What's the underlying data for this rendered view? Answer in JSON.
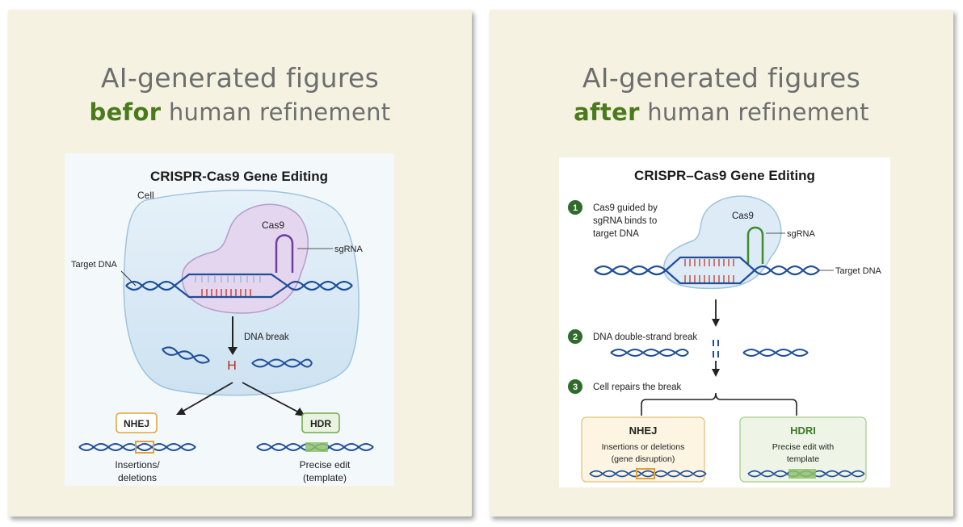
{
  "left": {
    "heading_line1": "AI-generated figures",
    "heading_keyword": "befor",
    "heading_rest": " human refinement",
    "figure": {
      "title": "CRISPR-Cas9 Gene Editing",
      "cell": "Cell",
      "cas9": "Cas9",
      "sgrna": "sgRNA",
      "target_dna": "Target DNA",
      "dna_break": "DNA break",
      "nhej": "NHEJ",
      "hdr": "HDR",
      "nhej_desc_1": "Insertions/",
      "nhej_desc_2": "deletions",
      "hdr_desc_1": "Precise edit",
      "hdr_desc_2": "(template)"
    }
  },
  "right": {
    "heading_line1": "AI-generated figures",
    "heading_keyword": "after",
    "heading_rest": " human refinement",
    "figure": {
      "title": "CRISPR–Cas9 Gene Editing",
      "step1_num": "1",
      "step1_l1": "Cas9 guided by",
      "step1_l2": "sgRNA binds to",
      "step1_l3": "target DNA",
      "cas9": "Cas9",
      "sgrna": "sgRNA",
      "target_dna": "Target DNA",
      "step2_num": "2",
      "step2": "DNA double-strand break",
      "step3_num": "3",
      "step3": "Cell repairs the break",
      "nhej": "NHEJ",
      "nhej_desc_1": "Insertions or deletions",
      "nhej_desc_2": "(gene disruption)",
      "hdr": "HDRI",
      "hdr_desc_1": "Precise edit with",
      "hdr_desc_2": "template"
    }
  },
  "colors": {
    "heading_gray": "#6e6e6e",
    "keyword_green": "#4b7a1c",
    "panel_bg": "#f5f2e2",
    "dna_blue": "#1f4e99",
    "cell_blue": "#dcebf6",
    "cas9_purple": "#e4d6ee",
    "edit_red": "#c0392b",
    "step_green": "#2f6b2a",
    "nhej_orange": "#e3a13b",
    "hdr_green": "#6fa84a"
  },
  "icons": [
    "dna-helix-icon",
    "sgrna-hairpin-icon",
    "break-mark-icon",
    "arrow-icon"
  ]
}
